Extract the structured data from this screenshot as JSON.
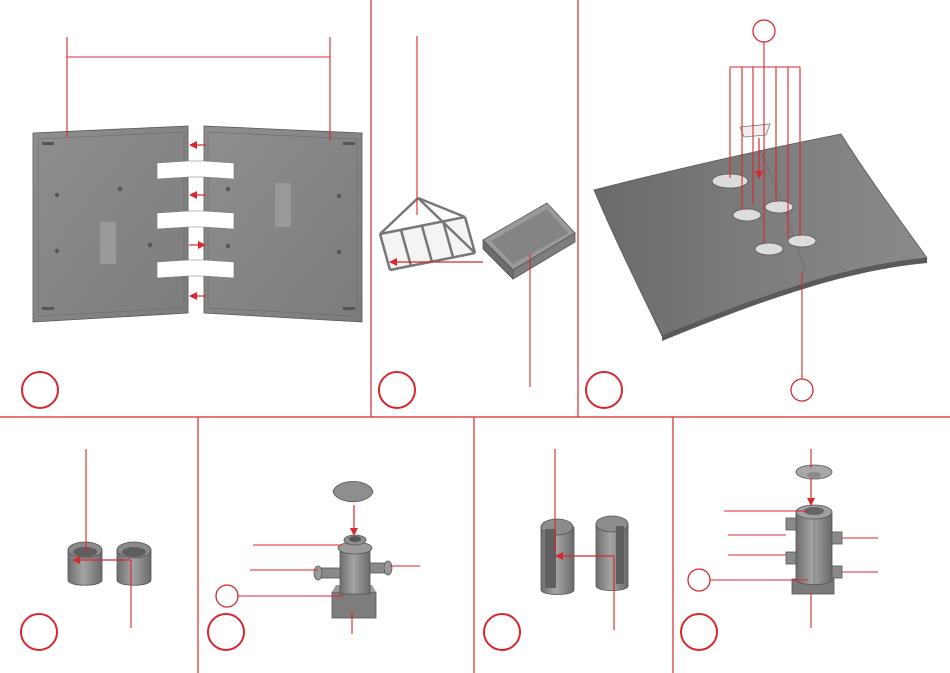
{
  "colors": {
    "accent": "#d7282f",
    "part_gray": "#8c8c8c",
    "part_dark": "#6e6e6e",
    "part_light": "#a9a9a9",
    "background": "#ffffff"
  },
  "steps": [
    {
      "id": "step-1",
      "part": "two-floor-plates-with-connectors"
    },
    {
      "id": "step-2",
      "part": "frame-into-trough"
    },
    {
      "id": "step-3",
      "part": "vents-on-roof-plate"
    },
    {
      "id": "step-4",
      "part": "two-half-cylinders"
    },
    {
      "id": "step-5",
      "part": "valve-assembly"
    },
    {
      "id": "step-6",
      "part": "half-cylinders-joined"
    },
    {
      "id": "step-7",
      "part": "tank-assembly"
    }
  ]
}
